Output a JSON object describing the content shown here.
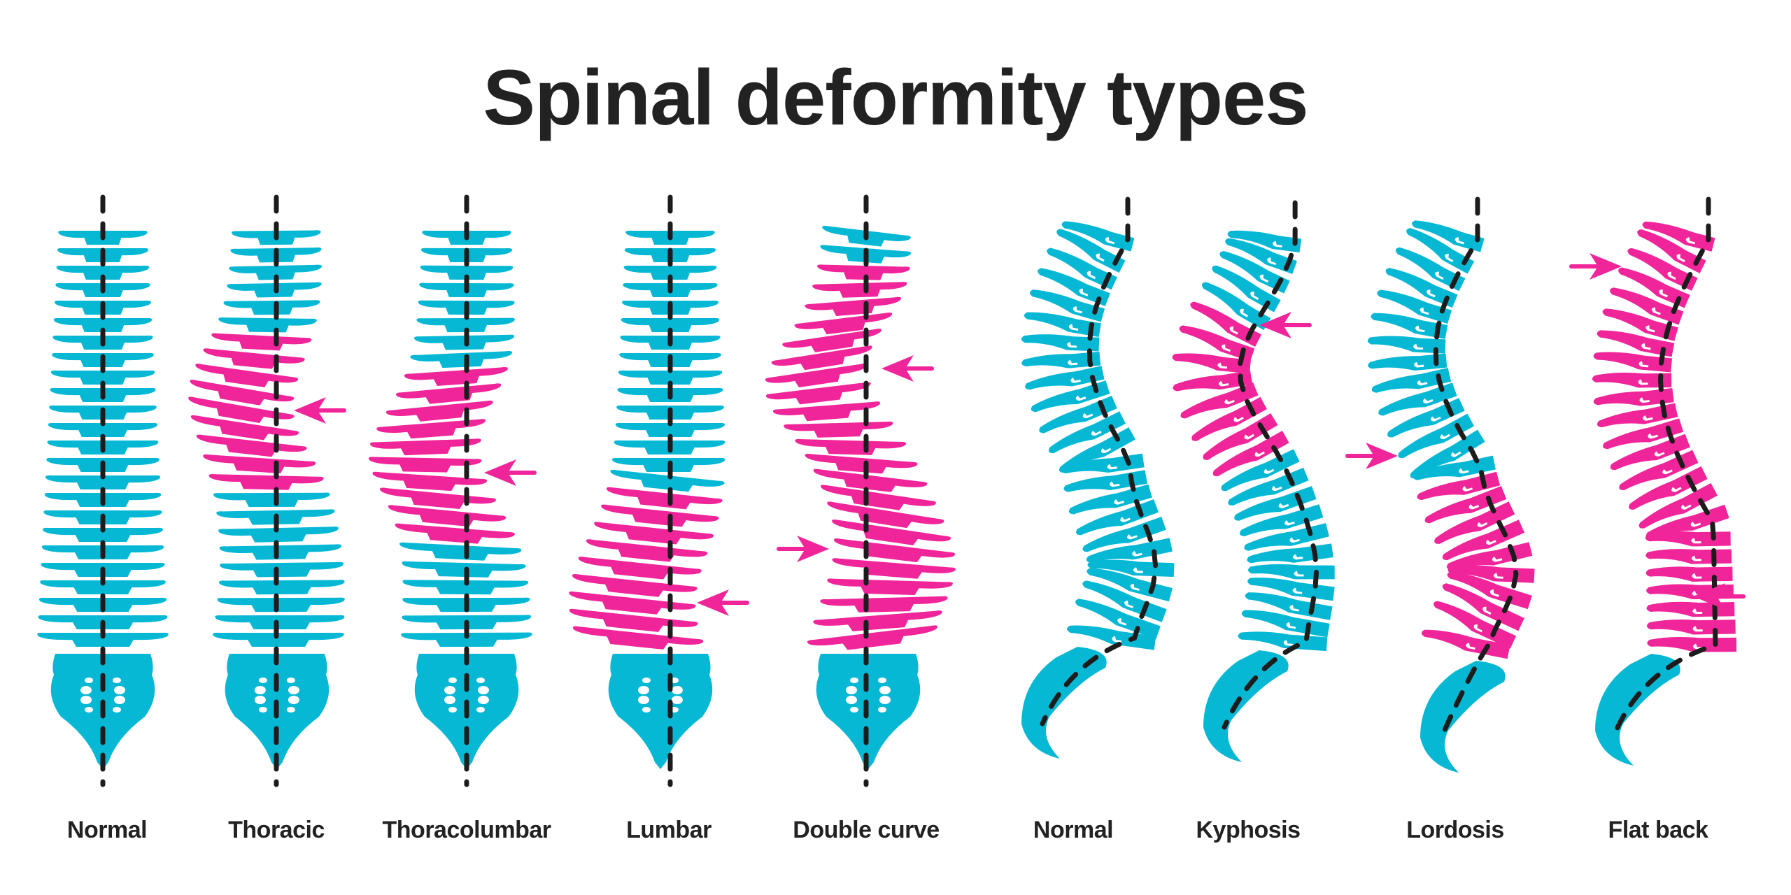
{
  "title": "Spinal deformity types",
  "colors": {
    "normal": "#06B8D4",
    "affected": "#F0259A",
    "guide": "#1c1c1c",
    "text": "#222222"
  },
  "views": {
    "frontal": {
      "description": "Posterior/frontal view with vertical midline reference",
      "spines": [
        {
          "id": "frontal-normal",
          "label": "Normal",
          "curve": "none",
          "affected_vertebrae": [],
          "arrows": []
        },
        {
          "id": "frontal-thoracic",
          "label": "Thoracic",
          "curve": "single-left-upper",
          "affected_vertebrae": [
            6,
            14
          ],
          "arrows": [
            {
              "side": "right",
              "direction": "left",
              "at": "thoracic"
            }
          ]
        },
        {
          "id": "frontal-thoracolumbar",
          "label": "Thoracolumbar",
          "curve": "single-left-middle",
          "affected_vertebrae": [
            8,
            17
          ],
          "arrows": [
            {
              "side": "right",
              "direction": "left",
              "at": "thoracolumbar"
            }
          ]
        },
        {
          "id": "frontal-lumbar",
          "label": "Lumbar",
          "curve": "single-left-lower",
          "affected_vertebrae": [
            15,
            23
          ],
          "arrows": [
            {
              "side": "right",
              "direction": "left",
              "at": "lumbar"
            }
          ]
        },
        {
          "id": "frontal-double-curve",
          "label": "Double curve",
          "curve": "s-shape",
          "affected_vertebrae": [
            2,
            23
          ],
          "arrows": [
            {
              "side": "right",
              "direction": "left",
              "at": "thoracic"
            },
            {
              "side": "left",
              "direction": "right",
              "at": "lumbar"
            }
          ]
        }
      ]
    },
    "sagittal": {
      "description": "Lateral/side view with dashed curvature line",
      "spines": [
        {
          "id": "sagittal-normal",
          "label": "Normal",
          "affected_segment": "none",
          "arrows": []
        },
        {
          "id": "sagittal-kyphosis",
          "label": "Kyphosis",
          "affected_segment": "thoracic",
          "arrows": [
            {
              "side": "right",
              "direction": "left",
              "at": "thoracic"
            }
          ]
        },
        {
          "id": "sagittal-lordosis",
          "label": "Lordosis",
          "affected_segment": "lumbar",
          "arrows": [
            {
              "side": "left",
              "direction": "right",
              "at": "lumbar"
            }
          ]
        },
        {
          "id": "sagittal-flat-back",
          "label": "Flat back",
          "affected_segment": "entire",
          "arrows": [
            {
              "side": "left",
              "direction": "right",
              "at": "upper"
            },
            {
              "side": "right",
              "direction": "left",
              "at": "lumbar"
            }
          ]
        }
      ]
    }
  }
}
